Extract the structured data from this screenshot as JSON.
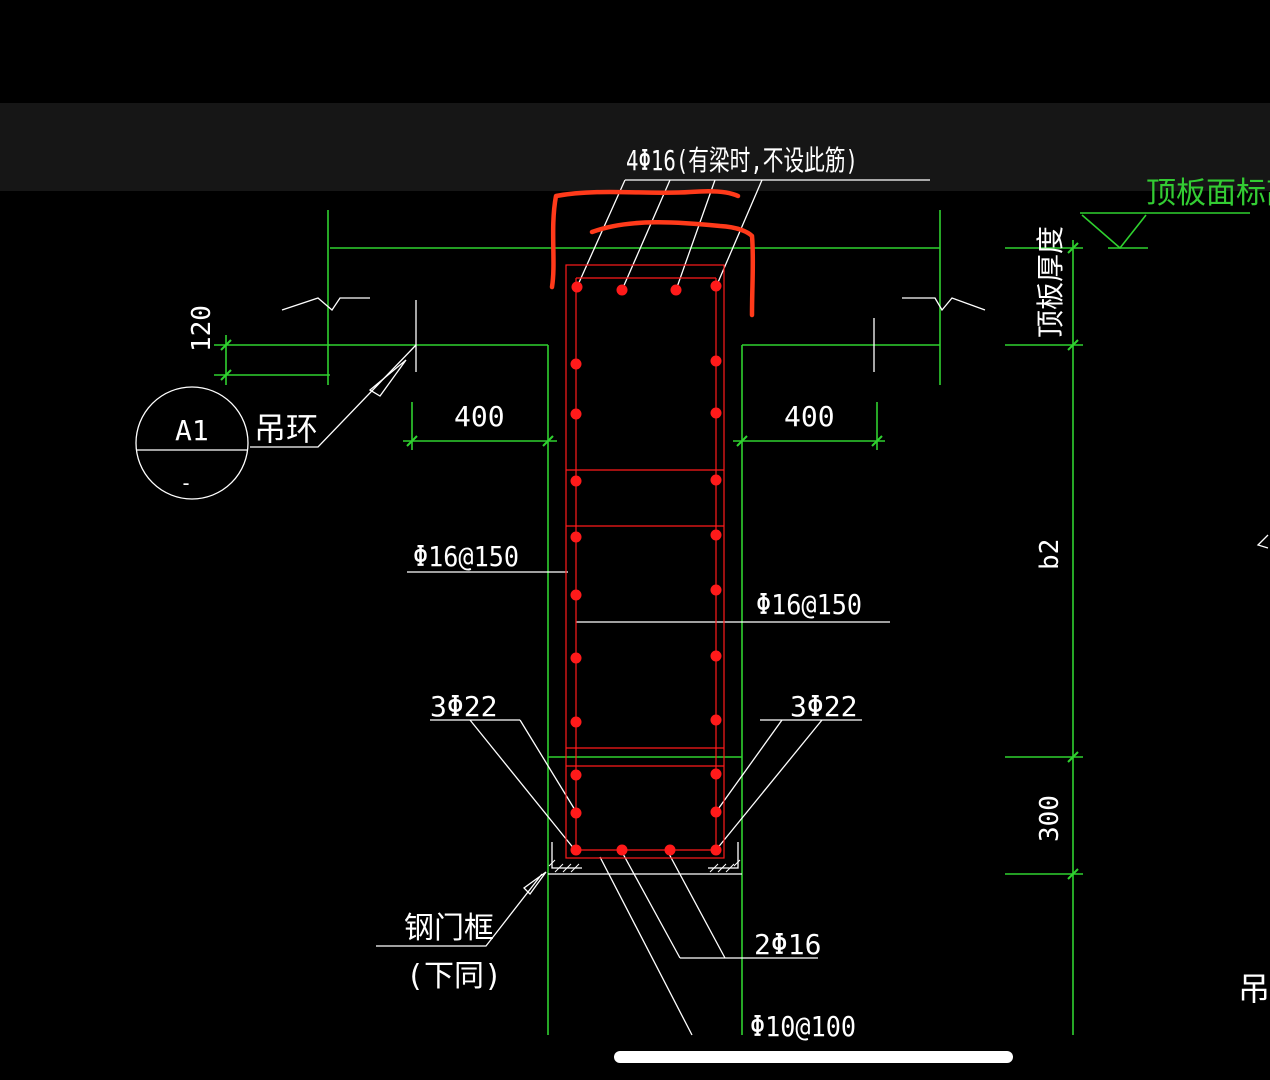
{
  "texts": {
    "top_rebar": "4Φ16(有梁时,不设此筋)",
    "roof_elev": "顶板面标高",
    "roof_thick": "顶板厚度",
    "dim_120": "120",
    "dim_400_left": "400",
    "dim_400_right": "400",
    "detail_id": "A1",
    "detail_sub": "-",
    "lift_ring": "吊环",
    "left_rebar": "Φ16@150",
    "right_rebar": "Φ16@150",
    "b2": "b2",
    "bar_left": "3Φ22",
    "bar_right": "3Φ22",
    "dim_300": "300",
    "steel_frame": "钢门框",
    "same_below": "(下同)",
    "bottom_rebar": "2Φ16",
    "stirrup": "Φ10@100",
    "edge_cut": "吊"
  },
  "colors": {
    "background": "#000000",
    "outline": "#ffffff",
    "dimension": "#2fd12f",
    "rebar": "#ff1a1a",
    "markup": "#ff3a1a",
    "green_text": "#33cc33"
  },
  "icons": [
    "detail-callout-circle",
    "elevation-triangle-icon",
    "break-line-icon",
    "leader-arrow-icon"
  ]
}
